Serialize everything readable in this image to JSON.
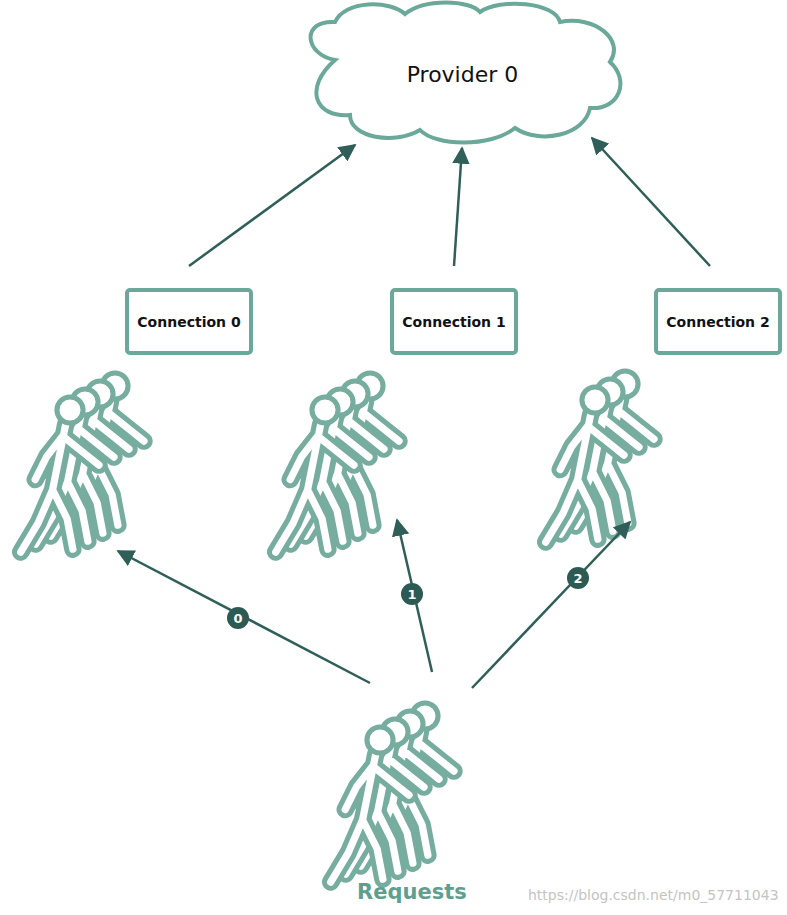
{
  "diagram": {
    "nodes": [
      {
        "text": [
          "Provider 0"
        ]
      },
      {
        "text": [
          "Connection 0"
        ]
      },
      {
        "text": [
          "Connection 1"
        ]
      },
      {
        "text": [
          "Connection 2"
        ]
      }
    ],
    "edges": [
      {
        "from": 1,
        "to": 0,
        "arrow": "to"
      },
      {
        "from": 2,
        "to": 0,
        "arrow": "to"
      },
      {
        "from": 3,
        "to": 0,
        "arrow": "to"
      }
    ],
    "labels": [
      "0",
      "1",
      "2",
      "Requests",
      "https://blog.csdn.net/m0_57711043"
    ]
  }
}
